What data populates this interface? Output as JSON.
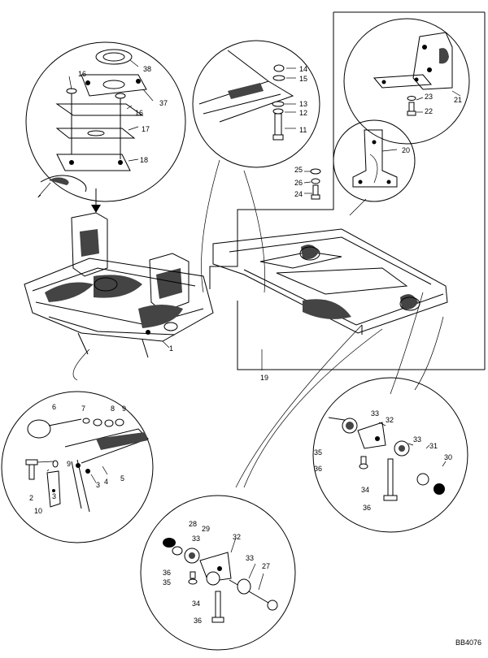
{
  "diagram": {
    "callouts": [
      {
        "id": "c1",
        "text": "1"
      },
      {
        "id": "c2",
        "text": "2"
      },
      {
        "id": "c3a",
        "text": "3"
      },
      {
        "id": "c3b",
        "text": "3"
      },
      {
        "id": "c4",
        "text": "4"
      },
      {
        "id": "c5",
        "text": "5"
      },
      {
        "id": "c6",
        "text": "6"
      },
      {
        "id": "c7",
        "text": "7"
      },
      {
        "id": "c8",
        "text": "8"
      },
      {
        "id": "c9a",
        "text": "9"
      },
      {
        "id": "c9b",
        "text": "9"
      },
      {
        "id": "c10",
        "text": "10"
      },
      {
        "id": "c11",
        "text": "11"
      },
      {
        "id": "c12",
        "text": "12"
      },
      {
        "id": "c13",
        "text": "13"
      },
      {
        "id": "c14",
        "text": "14"
      },
      {
        "id": "c15",
        "text": "15"
      },
      {
        "id": "c16a",
        "text": "16"
      },
      {
        "id": "c16b",
        "text": "16"
      },
      {
        "id": "c17",
        "text": "17"
      },
      {
        "id": "c18",
        "text": "18"
      },
      {
        "id": "c19",
        "text": "19"
      },
      {
        "id": "c20",
        "text": "20"
      },
      {
        "id": "c21",
        "text": "21"
      },
      {
        "id": "c22",
        "text": "22"
      },
      {
        "id": "c23",
        "text": "23"
      },
      {
        "id": "c24",
        "text": "24"
      },
      {
        "id": "c25",
        "text": "25"
      },
      {
        "id": "c26",
        "text": "26"
      },
      {
        "id": "c27",
        "text": "27"
      },
      {
        "id": "c28",
        "text": "28"
      },
      {
        "id": "c29",
        "text": "29"
      },
      {
        "id": "c30",
        "text": "30"
      },
      {
        "id": "c31",
        "text": "31"
      },
      {
        "id": "c32a",
        "text": "32"
      },
      {
        "id": "c32b",
        "text": "32"
      },
      {
        "id": "c33a",
        "text": "33"
      },
      {
        "id": "c33b",
        "text": "33"
      },
      {
        "id": "c33c",
        "text": "33"
      },
      {
        "id": "c33d",
        "text": "33"
      },
      {
        "id": "c34a",
        "text": "34"
      },
      {
        "id": "c34b",
        "text": "34"
      },
      {
        "id": "c35a",
        "text": "35"
      },
      {
        "id": "c35b",
        "text": "35"
      },
      {
        "id": "c36a",
        "text": "36"
      },
      {
        "id": "c36b",
        "text": "36"
      },
      {
        "id": "c36c",
        "text": "36"
      },
      {
        "id": "c36d",
        "text": "36"
      },
      {
        "id": "c37",
        "text": "37"
      },
      {
        "id": "c38",
        "text": "38"
      }
    ],
    "ref_code": "BB4076"
  }
}
